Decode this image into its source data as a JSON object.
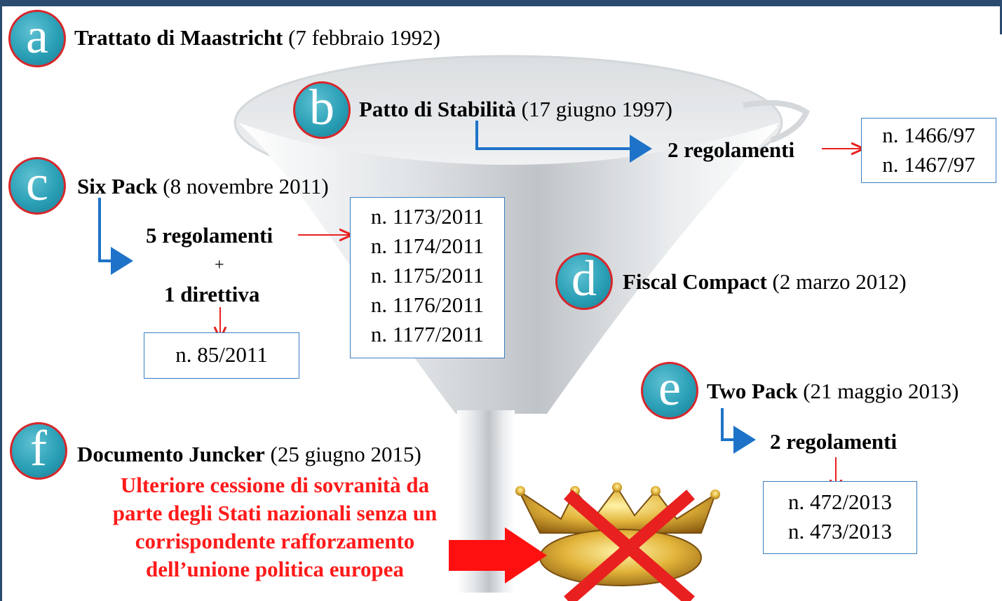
{
  "items": {
    "a": {
      "letter": "a",
      "title": "Trattato di Maastricht",
      "date": "(7 febbraio 1992)"
    },
    "b": {
      "letter": "b",
      "title": "Patto di Stabilità",
      "date": "(17 giugno 1997)",
      "result": "2 regolamenti",
      "refs": [
        "n. 1466/97",
        "n. 1467/97"
      ]
    },
    "c": {
      "letter": "c",
      "title": "Six Pack",
      "date": "(8 novembre 2011)",
      "result1": "5 regolamenti",
      "plus": "+",
      "result2": "1 direttiva",
      "directive_ref": "n. 85/2011",
      "refs": [
        "n. 1173/2011",
        "n. 1174/2011",
        "n. 1175/2011",
        "n. 1176/2011",
        "n. 1177/2011"
      ]
    },
    "d": {
      "letter": "d",
      "title": "Fiscal Compact",
      "date": "(2 marzo 2012)"
    },
    "e": {
      "letter": "e",
      "title": "Two Pack",
      "date": "(21 maggio 2013)",
      "result": "2 regolamenti",
      "refs": [
        "n. 472/2013",
        "n. 473/2013"
      ]
    },
    "f": {
      "letter": "f",
      "title": "Documento Juncker",
      "date": "(25 giugno 2015)",
      "conclusion": [
        "Ulteriore cessione di sovranità da",
        "parte degli Stati nazionali senza un",
        "corrispondente rafforzamento",
        "dell’unione politica europea"
      ]
    }
  },
  "icons": {
    "funnel": "funnel-image",
    "crown": "crown-image",
    "cross": "red-x-icon"
  },
  "colors": {
    "badge": "#2a9fb6",
    "badge_border": "#d8262b",
    "blue_arrow": "#1e73c8",
    "red_arrow": "#e8201f",
    "conclusion_text": "#ff1a1a",
    "box_border": "#3a7fc0"
  }
}
